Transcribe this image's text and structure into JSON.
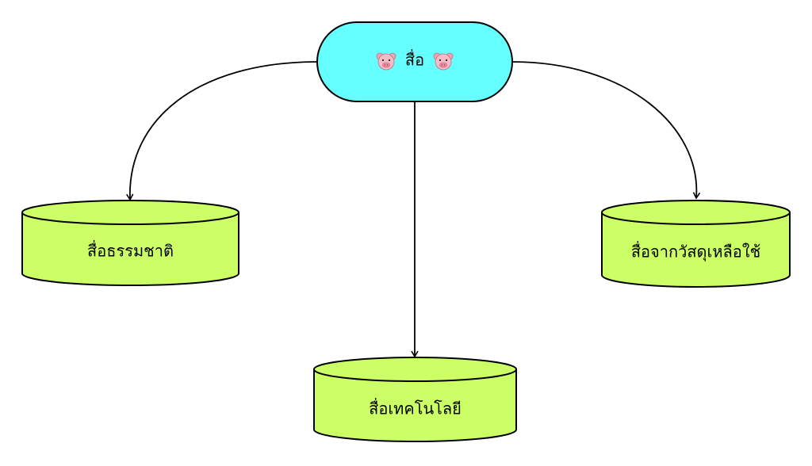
{
  "root": {
    "label": "สื่อ",
    "decor_icon": "pig-face-icon",
    "color": "#66FFFF"
  },
  "children": [
    {
      "label": "สื่อธรรมชาติ",
      "color": "#CCFF66"
    },
    {
      "label": "สื่อเทคโนโลยี",
      "color": "#CCFF66"
    },
    {
      "label": "สื่อจากวัสดุเหลือใช้",
      "color": "#CCFF66"
    }
  ]
}
